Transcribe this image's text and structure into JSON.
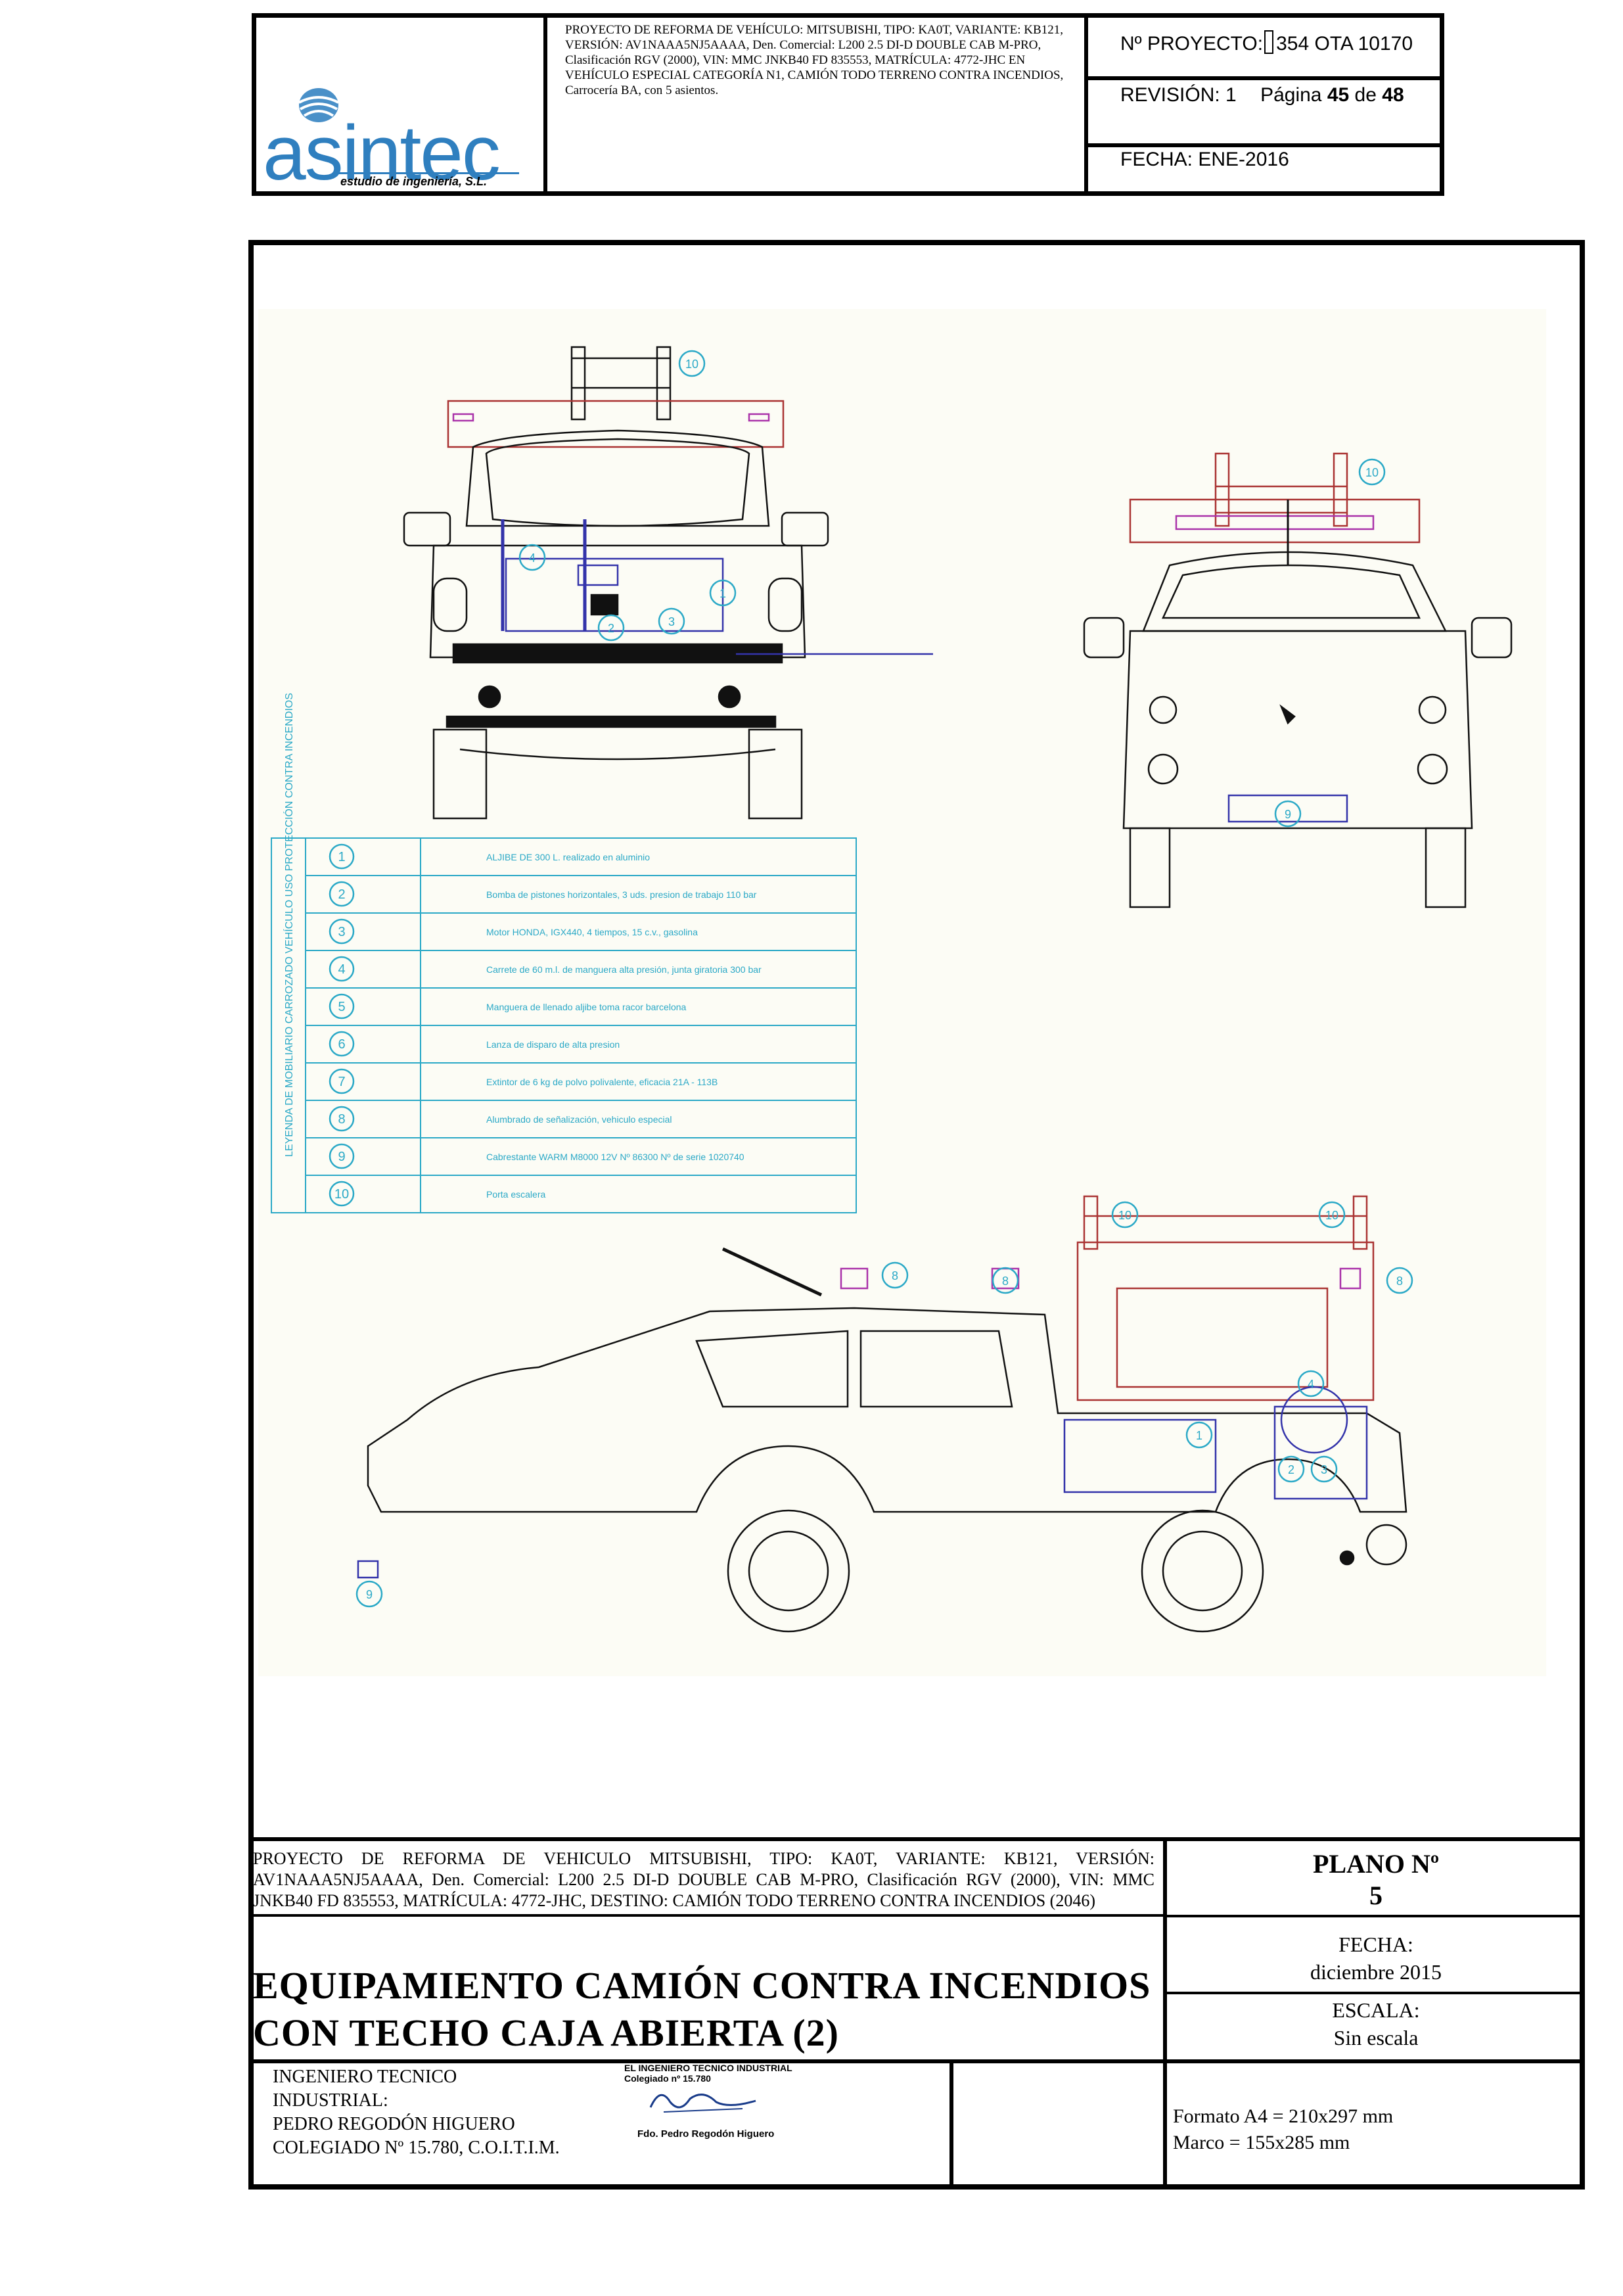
{
  "header": {
    "company": "asintec",
    "company_sub": "estudio de ingeniería, S.L.",
    "description": "PROYECTO DE REFORMA DE VEHÍCULO: MITSUBISHI, TIPO: KA0T, VARIANTE: KB121, VERSIÓN: AV1NAAA5NJ5AAAA, Den. Comercial: L200 2.5 DI-D DOUBLE CAB M-PRO, Clasificación RGV (2000), VIN: MMC JNKB40 FD 835553, MATRÍCULA: 4772-JHC EN VEHÍCULO ESPECIAL CATEGORÍA N1, CAMIÓN TODO TERRENO CONTRA INCENDIOS, Carrocería BA, con 5 asientos.",
    "project_label": "Nº PROYECTO:",
    "project_value": "354 OTA 10170",
    "revision_label": "REVISIÓN: 1",
    "page_label": "Página",
    "page_num": "45",
    "page_of": "de",
    "page_total": "48",
    "date_label": "FECHA: ENE-2016"
  },
  "legend": {
    "title": "LEYENDA DE MOBILIARIO CARROZADO VEHÍCULO USO PROTECCIÓN CONTRA INCENDIOS",
    "items": [
      {
        "num": "1",
        "text": "ALJIBE DE 300 L. realizado en aluminio"
      },
      {
        "num": "2",
        "text": "Bomba de pistones horizontales, 3 uds. presion de trabajo 110 bar"
      },
      {
        "num": "3",
        "text": "Motor HONDA, IGX440, 4 tiempos, 15 c.v., gasolina"
      },
      {
        "num": "4",
        "text": "Carrete de 60 m.l. de manguera alta presión, junta giratoria 300 bar"
      },
      {
        "num": "5",
        "text": "Manguera de llenado aljibe toma racor barcelona"
      },
      {
        "num": "6",
        "text": "Lanza de disparo de alta presion"
      },
      {
        "num": "7",
        "text": "Extintor de 6 kg de polvo polivalente, eficacia 21A - 113B"
      },
      {
        "num": "8",
        "text": "Alumbrado de señalización, vehiculo especial"
      },
      {
        "num": "9",
        "text": "Cabrestante WARM M8000 12V Nº 86300 Nº de serie 1020740"
      },
      {
        "num": "10",
        "text": "Porta escalera"
      }
    ]
  },
  "callouts": {
    "rear": [
      "10",
      "4",
      "1",
      "2",
      "3"
    ],
    "front": [
      "10",
      "9"
    ],
    "side": [
      "10",
      "10",
      "8",
      "8",
      "8",
      "1",
      "4",
      "2",
      "3",
      "9"
    ]
  },
  "title_block": {
    "project_text": "PROYECTO DE REFORMA DE VEHICULO MITSUBISHI, TIPO: KA0T, VARIANTE: KB121, VERSIÓN: AV1NAAA5NJ5AAAA, Den. Comercial: L200 2.5 DI-D DOUBLE CAB M-PRO, Clasificación RGV (2000), VIN: MMC JNKB40 FD 835553, MATRÍCULA: 4772-JHC, DESTINO: CAMIÓN TODO TERRENO CONTRA INCENDIOS (2046)",
    "plano_label": "PLANO Nº",
    "plano_num": "5",
    "title_line1": "EQUIPAMIENTO CAMIÓN CONTRA INCENDIOS",
    "title_line2": "CON TECHO CAJA ABIERTA (2)",
    "fecha_label": "FECHA:",
    "fecha_value": "diciembre 2015",
    "escala_label": "ESCALA:",
    "escala_value": "Sin escala",
    "engineer": [
      "INGENIERO TECNICO",
      "INDUSTRIAL:",
      "PEDRO REGODÓN HIGUERO",
      "COLEGIADO Nº 15.780, C.O.I.T.I.M."
    ],
    "stamp_line1": "EL INGENIERO TECNICO INDUSTRIAL",
    "stamp_line2": "Colegiado nº 15.780",
    "stamp_signed": "Fdo. Pedro Regodón Higuero",
    "format_line1": "Formato A4 = 210x297 mm",
    "format_line2": "Marco = 155x285 mm"
  }
}
